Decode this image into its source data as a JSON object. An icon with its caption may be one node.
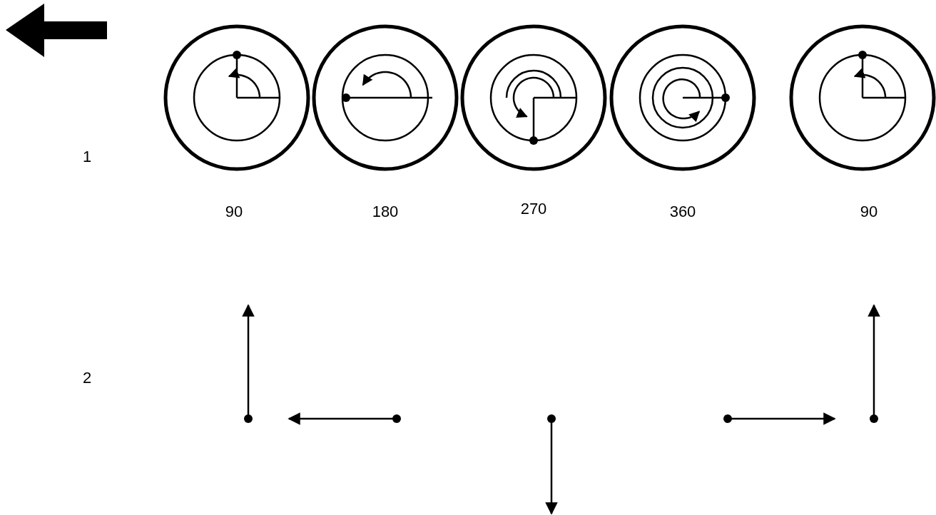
{
  "diagram": {
    "labels": [
      "1",
      "90",
      "180",
      "270",
      "360",
      "90",
      "2"
    ]
  }
}
